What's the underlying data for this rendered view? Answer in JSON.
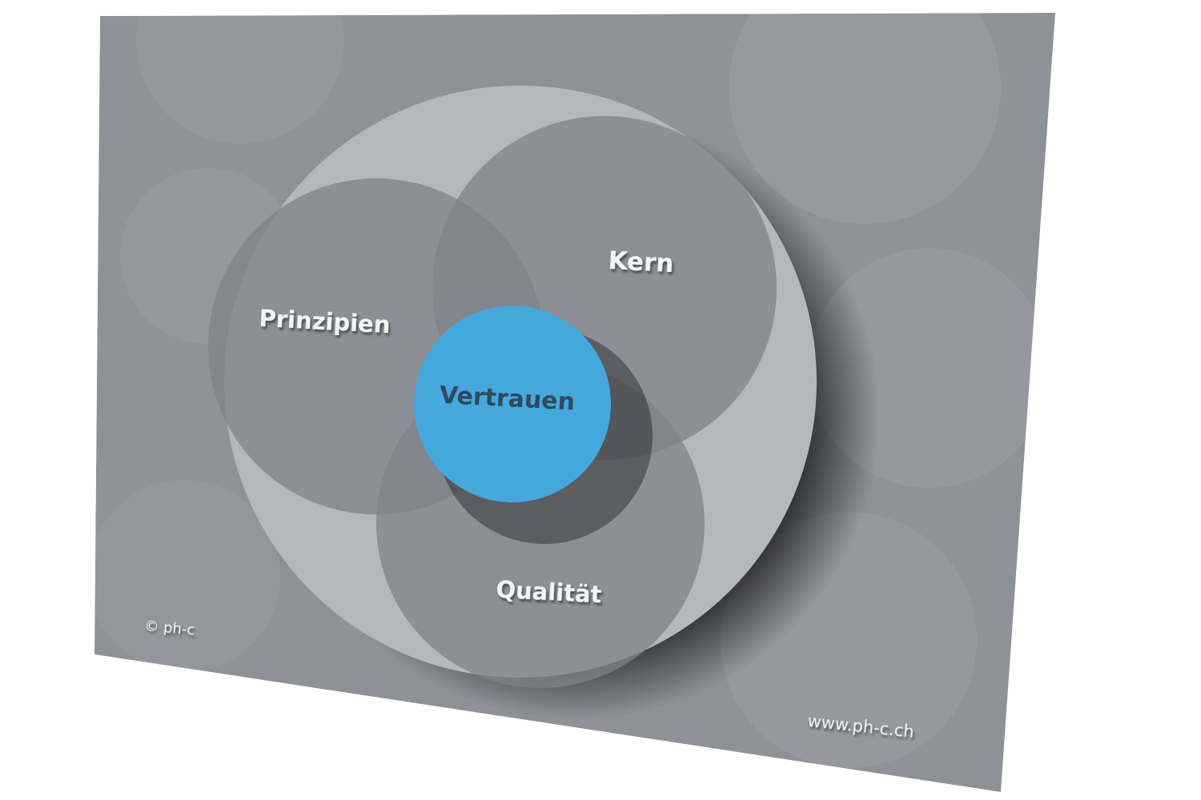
{
  "diagram": {
    "center_label": "Vertrauen",
    "circles": [
      {
        "label": "Prinzipien"
      },
      {
        "label": "Kern"
      },
      {
        "label": "Qualität"
      }
    ]
  },
  "footer": {
    "copyright": "© ph-c",
    "website": "www.ph-c.ch"
  },
  "colors": {
    "accent": "#45a8dc",
    "card": "#8e9196",
    "outer_circle": "#b4b7bc",
    "inner_circles": "#7f8288"
  }
}
